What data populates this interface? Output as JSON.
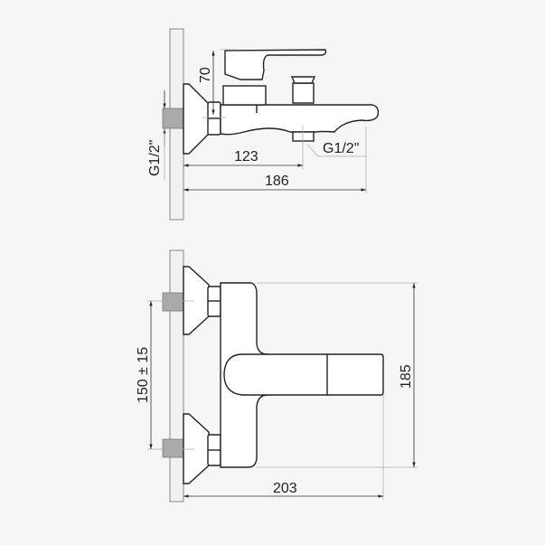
{
  "side_view": {
    "height_label": "70",
    "inlet_thread_label": "G1/2\"",
    "outlet_thread_label": "G1/2\"",
    "outlet_distance_label": "123",
    "spout_length_label": "186"
  },
  "front_view": {
    "inlet_spacing_label": "150 ± 15",
    "body_height_label": "185",
    "total_depth_label": "203"
  },
  "colors": {
    "line": "#222222",
    "background": "#f5f6f7"
  }
}
